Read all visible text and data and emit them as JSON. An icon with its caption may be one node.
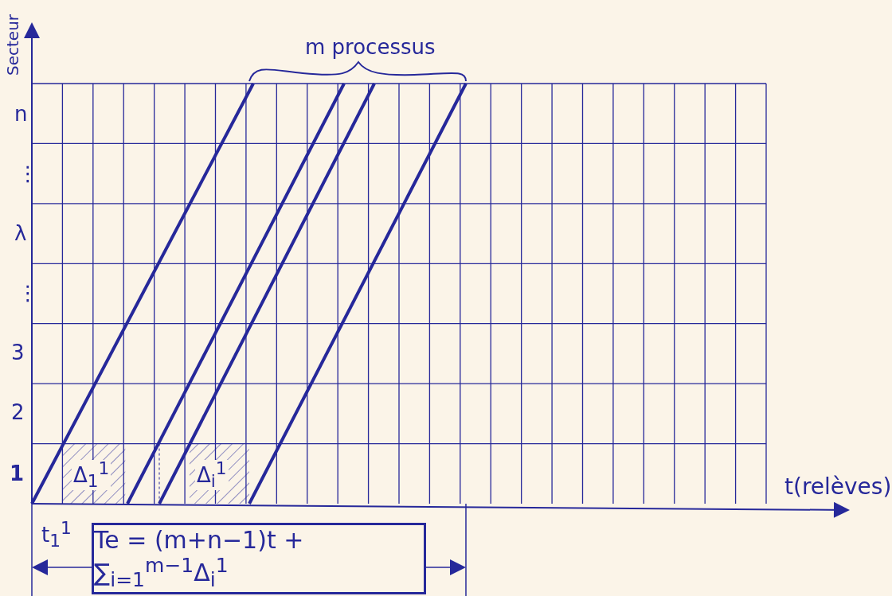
{
  "diagram": {
    "nodes": [
      {
        "text": [
          "Te = (m+n−1)t + ∑$_{i=1}$$^{m−1}$Δ$_{i}$$^{1}$"
        ]
      }
    ],
    "labels": [
      "Secteur",
      "m processus",
      "n",
      "⋮",
      "λ",
      "⋮",
      "3",
      "2",
      "1",
      "Δ$_{1}$$^{1}$",
      "Δ$_{i}$$^{1}$",
      "t(relèves)",
      "t$_{1}$$^{1}$"
    ]
  }
}
